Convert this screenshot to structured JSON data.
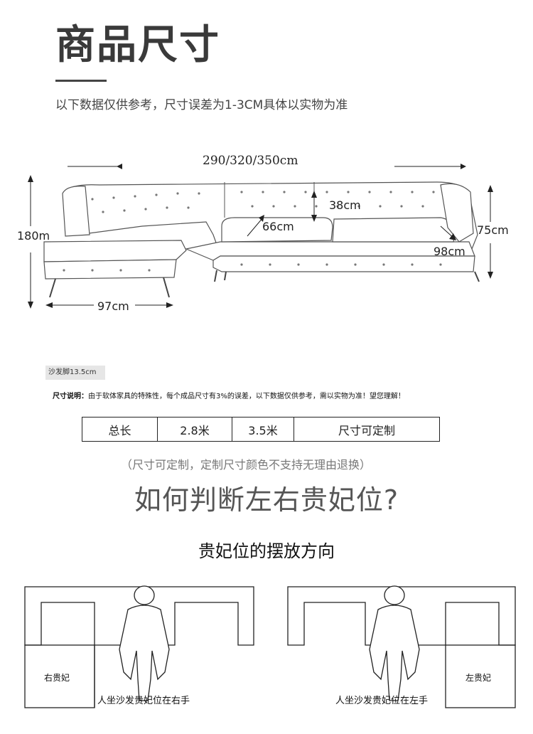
{
  "header": {
    "title": "商品尺寸",
    "subtitle": "以下数据仅供参考，尺寸误差为1-3CM具体以实物为准"
  },
  "dimensions": {
    "total_width": "290/320/350cm",
    "height": "180m",
    "depth_chaise": "97cm",
    "back_height": "38cm",
    "seat_width": "66cm",
    "seat_height": "75cm",
    "seat_depth": "98cm"
  },
  "leg_tag": "沙发脚13.5cm",
  "note": {
    "label": "尺寸说明：",
    "text": "由于软体家具的特殊性，每个成品尺寸有3%的误差，以下数据仅供参考，需以实物为准！望您理解！"
  },
  "size_table": {
    "cells": [
      "总长",
      "2.8米",
      "3.5米",
      "尺寸可定制"
    ]
  },
  "custom_note": "（尺寸可定制，定制尺寸颜色不支持无理由退换）",
  "question": "如何判断左右贵妃位?",
  "section_title": "贵妃位的摆放方向",
  "diagrams": {
    "left": {
      "chaise_label": "右贵妃",
      "caption": "人坐沙发贵妃位在右手"
    },
    "right": {
      "chaise_label": "左贵妃",
      "caption": "人坐沙发贵妃位在左手"
    }
  }
}
